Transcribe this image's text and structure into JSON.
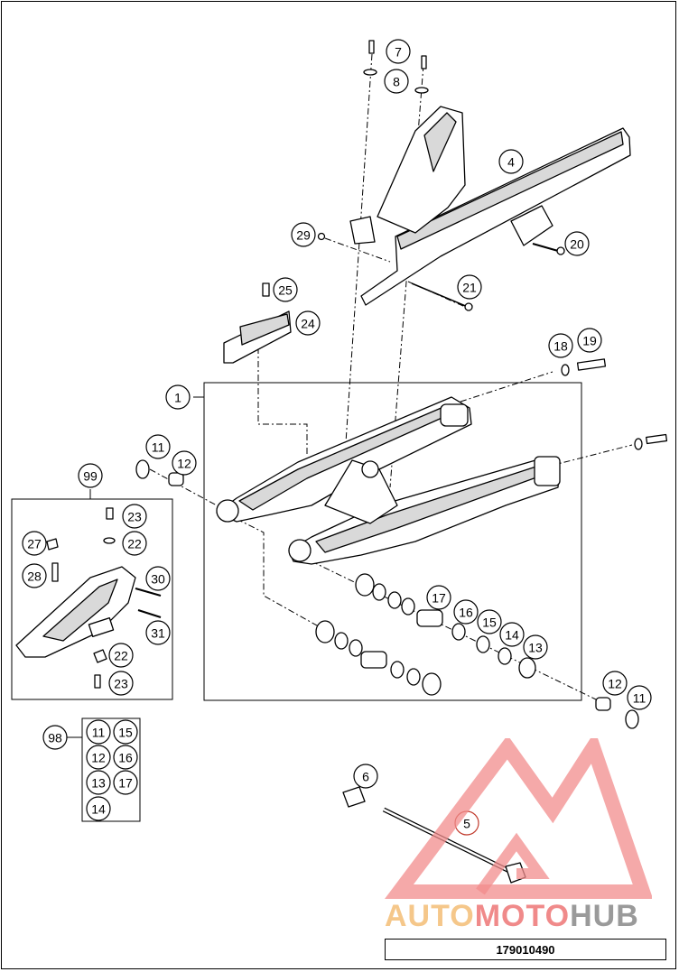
{
  "diagram_code": "179010490",
  "watermark": {
    "part1": "AUTO",
    "part2": "MOTO",
    "part3": "HUB",
    "colors": {
      "auto": "#f5c78a",
      "moto": "#f08a8a",
      "hub": "#9a9a9a"
    }
  },
  "callouts": [
    {
      "id": "c1",
      "label": "1"
    },
    {
      "id": "c4",
      "label": "4"
    },
    {
      "id": "c5",
      "label": "5"
    },
    {
      "id": "c6",
      "label": "6"
    },
    {
      "id": "c7",
      "label": "7"
    },
    {
      "id": "c8",
      "label": "8"
    },
    {
      "id": "c11a",
      "label": "11"
    },
    {
      "id": "c11b",
      "label": "11"
    },
    {
      "id": "c12a",
      "label": "12"
    },
    {
      "id": "c12b",
      "label": "12"
    },
    {
      "id": "c13",
      "label": "13"
    },
    {
      "id": "c14",
      "label": "14"
    },
    {
      "id": "c15",
      "label": "15"
    },
    {
      "id": "c16",
      "label": "16"
    },
    {
      "id": "c17",
      "label": "17"
    },
    {
      "id": "c18",
      "label": "18"
    },
    {
      "id": "c19",
      "label": "19"
    },
    {
      "id": "c20",
      "label": "20"
    },
    {
      "id": "c21",
      "label": "21"
    },
    {
      "id": "c22a",
      "label": "22"
    },
    {
      "id": "c22b",
      "label": "22"
    },
    {
      "id": "c23a",
      "label": "23"
    },
    {
      "id": "c23b",
      "label": "23"
    },
    {
      "id": "c24",
      "label": "24"
    },
    {
      "id": "c25",
      "label": "25"
    },
    {
      "id": "c27",
      "label": "27"
    },
    {
      "id": "c28",
      "label": "28"
    },
    {
      "id": "c29",
      "label": "29"
    },
    {
      "id": "c30",
      "label": "30"
    },
    {
      "id": "c31",
      "label": "31"
    },
    {
      "id": "c98",
      "label": "98"
    },
    {
      "id": "c99",
      "label": "99"
    },
    {
      "id": "k11",
      "label": "11"
    },
    {
      "id": "k12",
      "label": "12"
    },
    {
      "id": "k13",
      "label": "13"
    },
    {
      "id": "k14",
      "label": "14"
    },
    {
      "id": "k15",
      "label": "15"
    },
    {
      "id": "k16",
      "label": "16"
    },
    {
      "id": "k17",
      "label": "17"
    }
  ]
}
